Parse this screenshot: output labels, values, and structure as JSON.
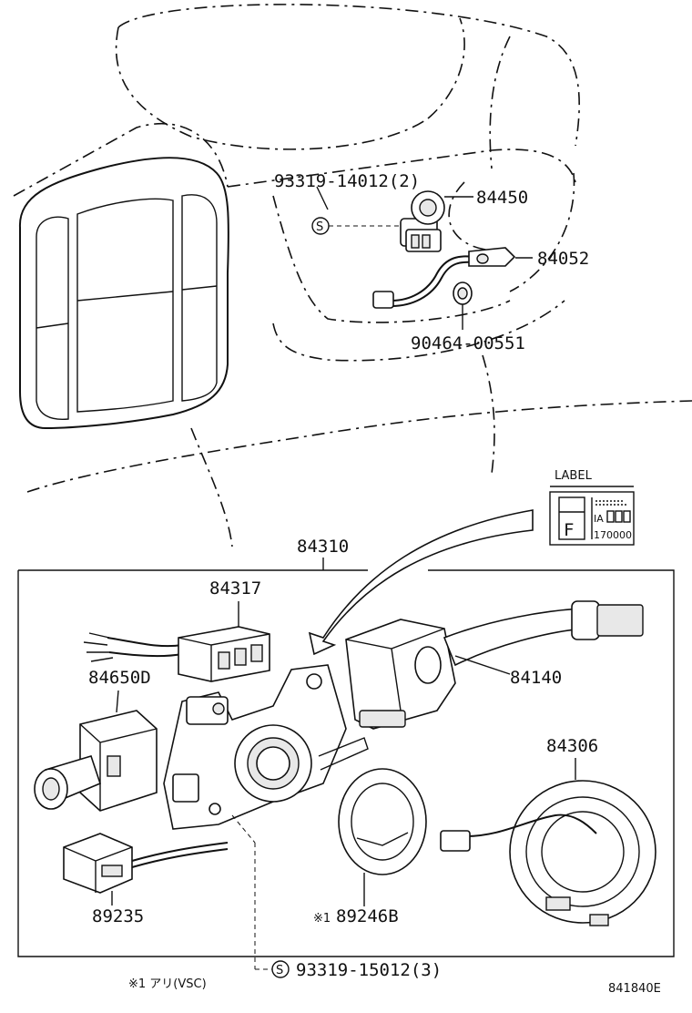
{
  "parts": {
    "p93319_14012": "93319-14012(2)",
    "p84450": "84450",
    "p84052": "84052",
    "p90464_00551": "90464-00551",
    "p84310": "84310",
    "p84317": "84317",
    "p84650D": "84650D",
    "p84140": "84140",
    "p84306": "84306",
    "p89235": "89235",
    "p89246B": "89246B",
    "p89246B_mark": "※1",
    "p93319_15012": "93319-15012(3)"
  },
  "screw_symbol": "S",
  "label_box": {
    "title": "LABEL",
    "letter": "F",
    "code_top": "ΙΑ",
    "code_bottom": "170000"
  },
  "footnote": "※1 アリ(VSC)",
  "figure_number": "841840E"
}
